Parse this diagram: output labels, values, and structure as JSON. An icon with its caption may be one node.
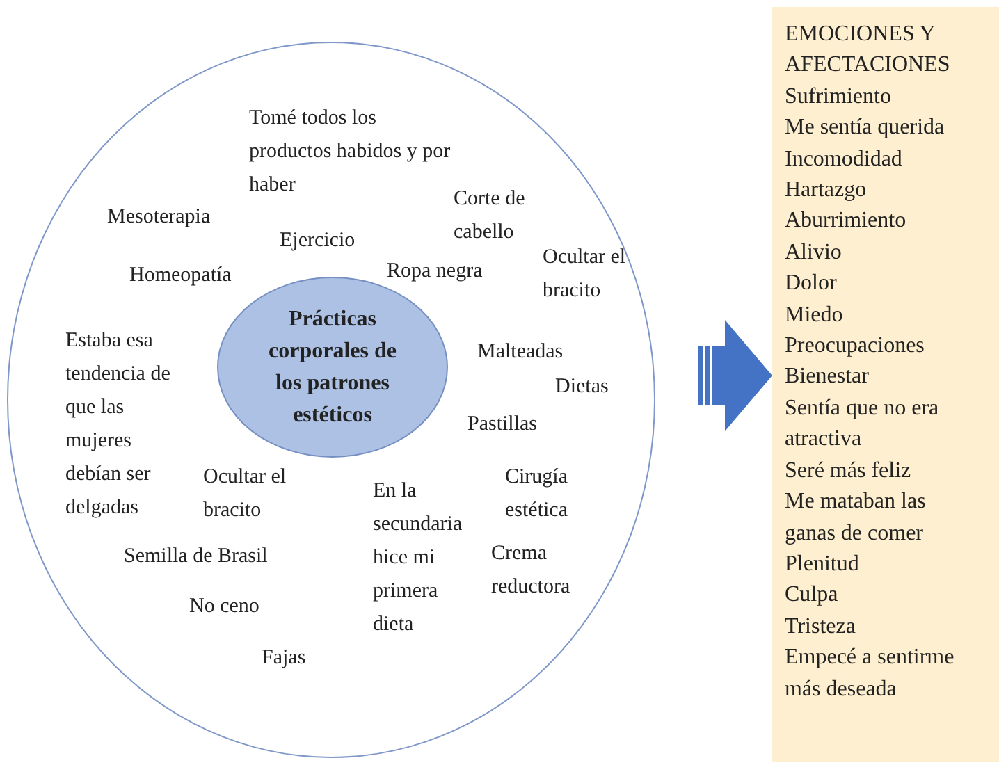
{
  "diagram": {
    "nodes": [
      {
        "text": [
          "Tomé todos los productos habidos y por haber",
          "Mesoterapia",
          "Corte de cabello",
          "Ejercicio",
          "Homeopatía",
          "Ropa negra",
          "Ocultar el bracito",
          "Estaba esa tendencia de que las mujeres debían ser delgadas",
          "Malteadas",
          "Dietas",
          "Pastillas",
          "Ocultar el bracito",
          "En la secundaria hice mi primera dieta",
          "Cirugía estética",
          "Semilla de Brasil",
          "Crema reductora",
          "No ceno",
          "Fajas"
        ]
      },
      {
        "text": [
          "Prácticas corporales de los patrones estéticos"
        ],
        "in": 0
      },
      {
        "text": [
          "EMOCIONES Y AFECTACIONES",
          "Sufrimiento",
          "Me sentía querida",
          "Incomodidad",
          "Hartazgo",
          "Aburrimiento",
          "Alivio",
          "Dolor",
          "Miedo",
          "Preocupaciones",
          "Bienestar",
          "Sentía que no era atractiva",
          "Seré más feliz",
          "Me mataban las ganas de comer",
          "Plenitud",
          "Culpa",
          "Tristeza",
          "Empecé a sentirme más deseada"
        ]
      }
    ],
    "edges": [
      {
        "from": 0,
        "to": 2,
        "arrow": "to"
      }
    ]
  }
}
